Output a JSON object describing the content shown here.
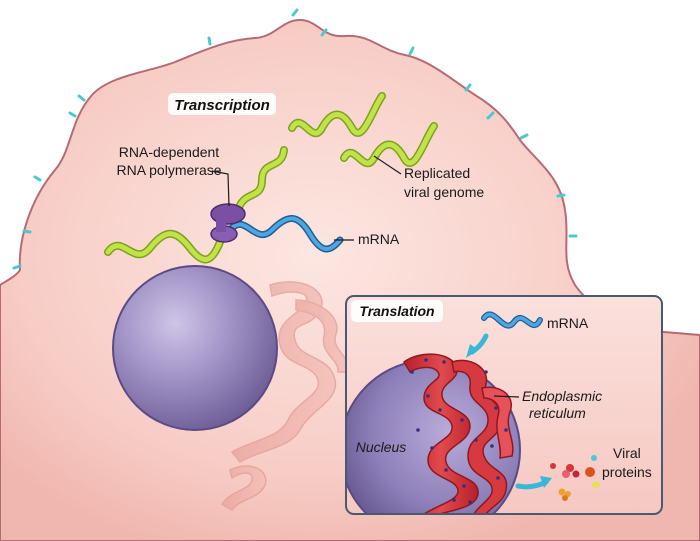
{
  "transcription": {
    "title": "Transcription",
    "polymerase_line1": "RNA-dependent",
    "polymerase_line2": "RNA polymerase",
    "replicated_line1": "Replicated",
    "replicated_line2": "viral genome",
    "mrna": "mRNA"
  },
  "translation": {
    "title": "Translation",
    "mrna": "mRNA",
    "er_line1": "Endoplasmic",
    "er_line2": "reticulum",
    "nucleus": "Nucleus",
    "proteins_line1": "Viral",
    "proteins_line2": "proteins"
  },
  "colors": {
    "cell_fill": "#f6c7c1",
    "membrane": "#b56b73",
    "receptor": "#4cc8d2",
    "nucleus": "#8f7fb3",
    "genome": "#a8cf2e",
    "mrna": "#2e86c7",
    "polymerase": "#7b4fa3",
    "er": "#d8343b",
    "inset_border": "#4a5870"
  }
}
